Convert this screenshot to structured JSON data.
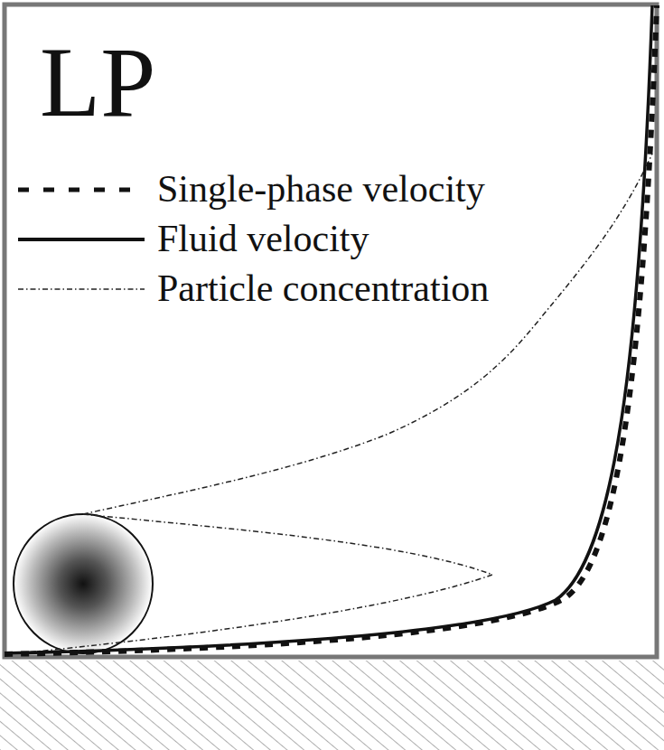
{
  "diagram": {
    "labels": [
      "LP"
    ],
    "legend": [
      {
        "text": "Single-phase velocity"
      },
      {
        "text": "Fluid velocity"
      },
      {
        "text": "Particle concentration"
      }
    ]
  }
}
